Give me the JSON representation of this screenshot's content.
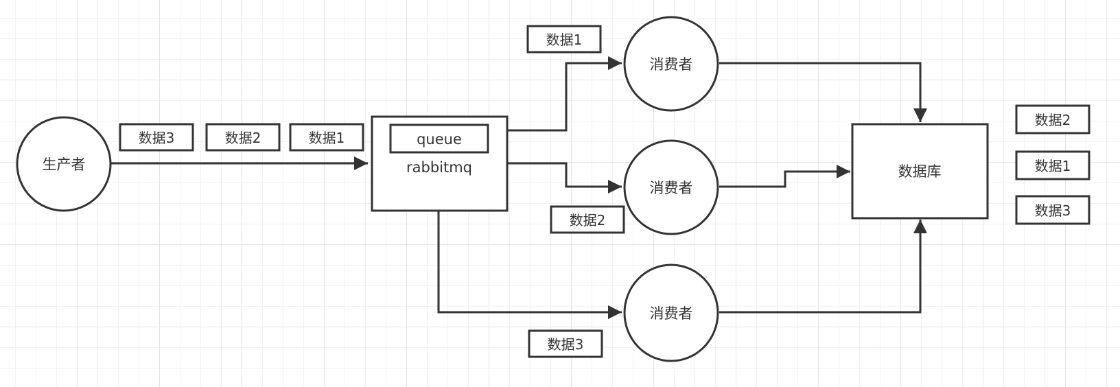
{
  "nodes": {
    "producer": "生产者",
    "mq_queue": "queue",
    "mq_name": "rabbitmq",
    "consumer_1": "消费者",
    "consumer_2": "消费者",
    "consumer_3": "消费者",
    "database": "数据库"
  },
  "labels": {
    "producer_msgs": [
      "数据3",
      "数据2",
      "数据1"
    ],
    "consumer_1_msg": "数据1",
    "consumer_2_msg": "数据2",
    "consumer_3_msg": "数据3",
    "db_msgs": [
      "数据2",
      "数据1",
      "数据3"
    ]
  },
  "colors": {
    "stroke": "#333333",
    "fill": "#ffffff"
  }
}
